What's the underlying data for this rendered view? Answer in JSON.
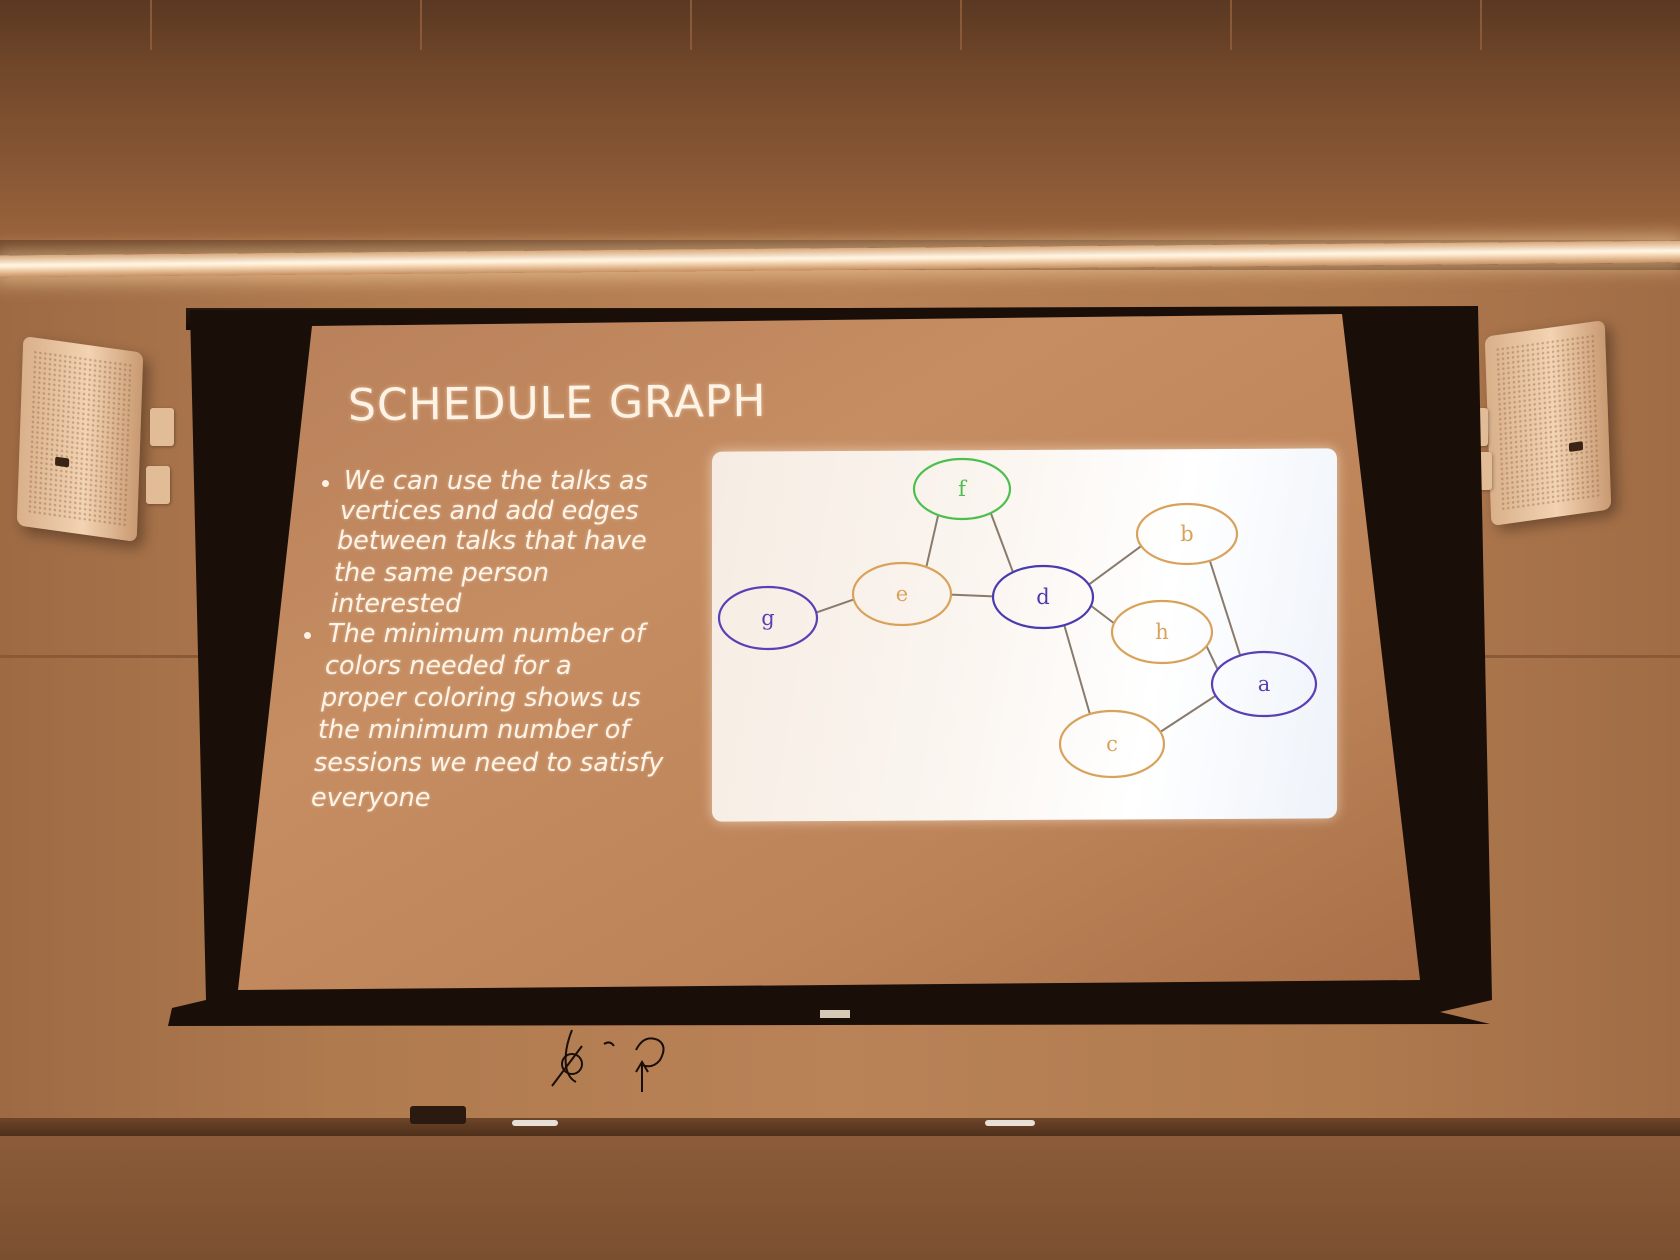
{
  "slide": {
    "title": "SCHEDULE GRAPH",
    "bullets": [
      {
        "lines": [
          "We can use the talks as",
          "vertices and add edges",
          "between talks that have",
          "the same person",
          "interested"
        ]
      },
      {
        "lines": [
          "The minimum number of",
          "colors needed for a",
          "proper coloring shows us",
          "the minimum number of",
          "sessions we need to satisfy",
          "everyone"
        ]
      }
    ]
  },
  "graph": {
    "nodes": [
      {
        "id": "f",
        "label": "f",
        "color": "#4cbf4f"
      },
      {
        "id": "e",
        "label": "e",
        "color": "#d9a25a"
      },
      {
        "id": "g",
        "label": "g",
        "color": "#5a3fb5"
      },
      {
        "id": "d",
        "label": "d",
        "color": "#4a3ab0"
      },
      {
        "id": "b",
        "label": "b",
        "color": "#d9a25a"
      },
      {
        "id": "h",
        "label": "h",
        "color": "#d9a25a"
      },
      {
        "id": "a",
        "label": "a",
        "color": "#5a3fb5"
      },
      {
        "id": "c",
        "label": "c",
        "color": "#d9a25a"
      }
    ],
    "edges": [
      [
        "f",
        "e"
      ],
      [
        "f",
        "d"
      ],
      [
        "g",
        "e"
      ],
      [
        "e",
        "d"
      ],
      [
        "d",
        "b"
      ],
      [
        "d",
        "h"
      ],
      [
        "d",
        "c"
      ],
      [
        "b",
        "a"
      ],
      [
        "h",
        "a"
      ],
      [
        "c",
        "a"
      ]
    ]
  },
  "colors": {
    "wall": "#b98257",
    "slide_text": "#fff4e8",
    "color_green": "#4cbf4f",
    "color_orange": "#d9a25a",
    "color_purple": "#5a3fb5"
  }
}
